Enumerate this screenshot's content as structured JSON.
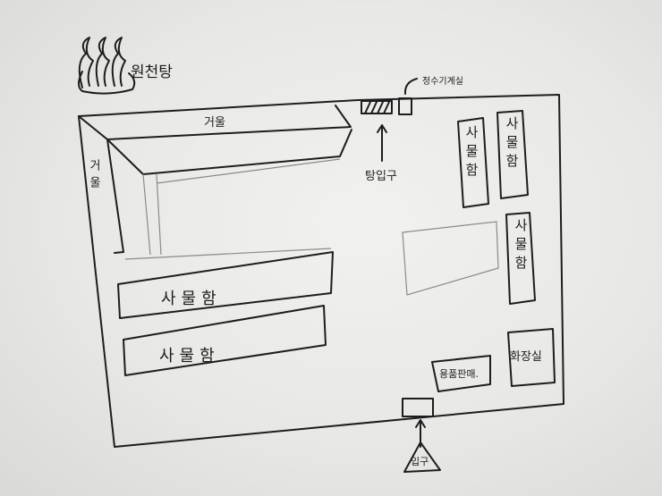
{
  "title": "원천탕",
  "labels": {
    "mirror_top": "거울",
    "mirror_left": "거울",
    "bath_entrance": "탕입구",
    "machine_room": "정수기계실",
    "locker_1": "사물함",
    "locker_2": "사물함",
    "locker_3": "사물함",
    "locker_4": "사물함",
    "locker_5": "사물함",
    "restroom": "화장실",
    "sales": "용품판매.",
    "entrance": "입구"
  },
  "colors": {
    "ink": "#1d1d1d",
    "paper": "#ececea"
  },
  "icons": {
    "logo": "hot-spring-steam-icon"
  }
}
